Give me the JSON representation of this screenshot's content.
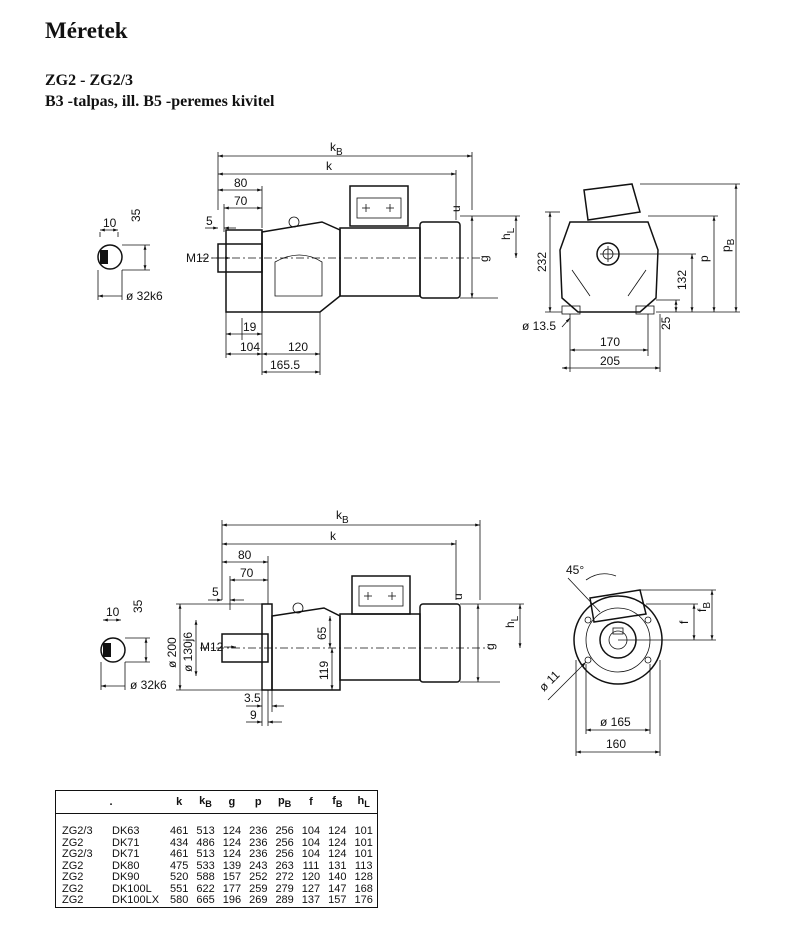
{
  "heading": "Méretek",
  "subtitle": "ZG2 - ZG2/3",
  "variant": "B3 -talpas,  ill. B5 -peremes  kivitel",
  "drawing_top": {
    "shaft": {
      "d10": "10",
      "d35": "35",
      "dia": "ø 32k6"
    },
    "side": {
      "kB": "k",
      "kB_sub": "B",
      "k": "k",
      "d80": "80",
      "d70": "70",
      "d5": "5",
      "m12": "M12",
      "d19": "19",
      "d104": "104",
      "d120": "120",
      "d1655": "165.5",
      "hL": "h",
      "hL_sub": "L",
      "g": "g",
      "u": "u"
    },
    "front": {
      "d232": "232",
      "p": "p",
      "pB": "p",
      "pB_sub": "B",
      "d132": "132",
      "d25": "25",
      "d135": "ø 13.5",
      "d170": "170",
      "d205": "205"
    }
  },
  "drawing_bottom": {
    "shaft": {
      "d10": "10",
      "d35": "35",
      "dia": "ø 32k6"
    },
    "side": {
      "kB": "k",
      "kB_sub": "B",
      "k": "k",
      "d80": "80",
      "d70": "70",
      "d5": "5",
      "m12": "M12",
      "d200": "ø 200",
      "d130": "ø 130j6",
      "d65": "65",
      "d119": "119",
      "d35b": "3.5",
      "d9": "9",
      "hL": "h",
      "hL_sub": "L",
      "g": "g",
      "u": "u"
    },
    "front": {
      "a45": "45°",
      "f": "f",
      "fB": "f",
      "fB_sub": "B",
      "d11": "ø 11",
      "d165": "ø 165",
      "d160": "160"
    }
  },
  "table": {
    "headers": [
      ".",
      "k",
      "k",
      "g",
      "p",
      "p",
      "f",
      "f",
      "h"
    ],
    "header_subs": [
      "",
      "",
      "B",
      "",
      "",
      "B",
      "",
      "B",
      "L"
    ],
    "rows": [
      {
        "series": "ZG2/3",
        "motor": "DK63",
        "k": "461",
        "kB": "513",
        "g": "124",
        "p": "236",
        "pB": "256",
        "f": "104",
        "fB": "124",
        "hL": "101"
      },
      {
        "series": "ZG2",
        "motor": "DK71",
        "k": "434",
        "kB": "486",
        "g": "124",
        "p": "236",
        "pB": "256",
        "f": "104",
        "fB": "124",
        "hL": "101"
      },
      {
        "series": "ZG2/3",
        "motor": "DK71",
        "k": "461",
        "kB": "513",
        "g": "124",
        "p": "236",
        "pB": "256",
        "f": "104",
        "fB": "124",
        "hL": "101"
      },
      {
        "series": "ZG2",
        "motor": "DK80",
        "k": "475",
        "kB": "533",
        "g": "139",
        "p": "243",
        "pB": "263",
        "f": "111",
        "fB": "131",
        "hL": "113"
      },
      {
        "series": "ZG2",
        "motor": "DK90",
        "k": "520",
        "kB": "588",
        "g": "157",
        "p": "252",
        "pB": "272",
        "f": "120",
        "fB": "140",
        "hL": "128"
      },
      {
        "series": "ZG2",
        "motor": "DK100L",
        "k": "551",
        "kB": "622",
        "g": "177",
        "p": "259",
        "pB": "279",
        "f": "127",
        "fB": "147",
        "hL": "168"
      },
      {
        "series": "ZG2",
        "motor": "DK100LX",
        "k": "580",
        "kB": "665",
        "g": "196",
        "p": "269",
        "pB": "289",
        "f": "137",
        "fB": "157",
        "hL": "176"
      }
    ]
  }
}
